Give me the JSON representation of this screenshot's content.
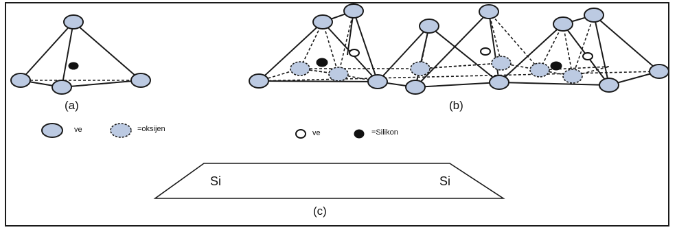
{
  "captions": {
    "a": "(a)",
    "b": "(b)",
    "c": "(c)"
  },
  "legend": {
    "oxygen_joiner": "ve",
    "oxygen_label": "=oksijen",
    "silicon_joiner": "ve",
    "silicon_label": "=Silikon"
  },
  "trapezoid": {
    "left_label": "Si",
    "right_label": "Si"
  },
  "colors": {
    "oxygen_fill": "#bccae2",
    "silicon_fill": "#111111",
    "line": "#1a1a1a"
  }
}
